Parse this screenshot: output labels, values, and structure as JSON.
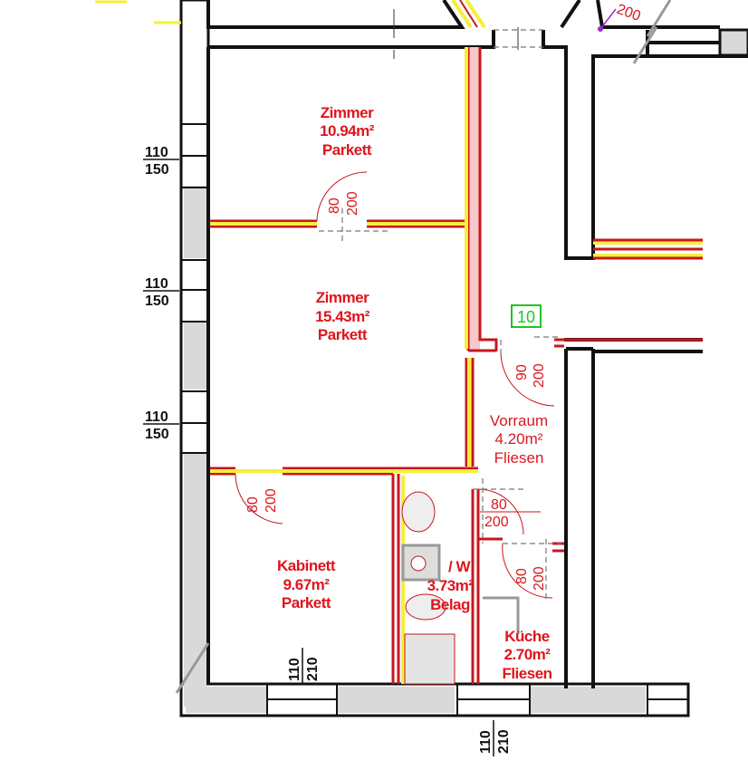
{
  "rooms": {
    "zimmer1": {
      "name": "Zimmer",
      "area": "10.94m²",
      "floor": "Parkett"
    },
    "zimmer2": {
      "name": "Zimmer",
      "area": "15.43m²",
      "floor": "Parkett"
    },
    "vorraum": {
      "name": "Vorraum",
      "area": "4.20m²",
      "floor": "Fliesen"
    },
    "kabinett": {
      "name": "Kabinett",
      "area": "9.67m²",
      "floor": "Parkett"
    },
    "bad": {
      "name": "/ W",
      "area": "3.73m²",
      "floor": "Belag"
    },
    "kueche": {
      "name": "Küche",
      "area": "2.70m²",
      "floor": "Fliesen"
    }
  },
  "marker": "10",
  "windows": [
    {
      "w": "110",
      "h": "150"
    },
    {
      "w": "110",
      "h": "150"
    },
    {
      "w": "110",
      "h": "150"
    },
    {
      "w": "110",
      "h": "210"
    },
    {
      "w": "110",
      "h": "210"
    }
  ],
  "doors": [
    {
      "w": "80",
      "h": "200"
    },
    {
      "w": "90",
      "h": "200"
    },
    {
      "w": "80",
      "h": "200"
    },
    {
      "w": "80",
      "h": "200"
    },
    {
      "w": "80",
      "h": "200"
    }
  ],
  "top_dim": "200",
  "colors": {
    "wall": "#111111",
    "label": "#e0141c",
    "marker": "#22c322",
    "highlight": "#f5ef3a"
  }
}
